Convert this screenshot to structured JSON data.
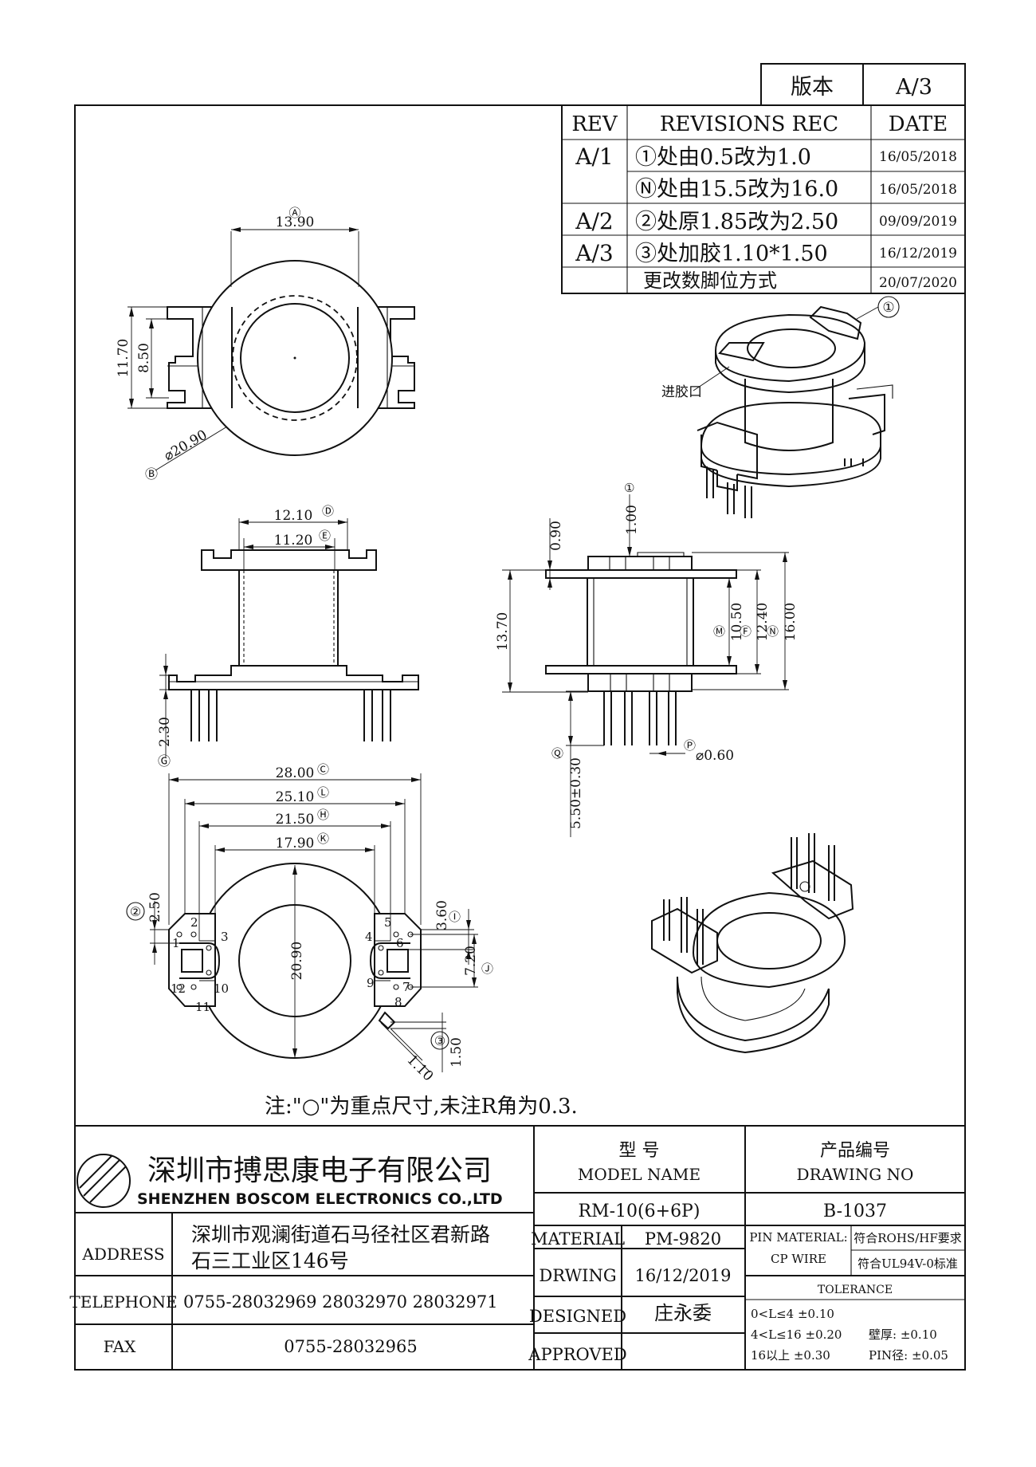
{
  "version_box": {
    "label": "版本",
    "value": "A/3"
  },
  "revisions": {
    "header": {
      "rev": "REV",
      "rec": "REVISIONS REC",
      "date": "DATE"
    },
    "rows": [
      {
        "rev": "A/1",
        "text": "①处由0.5改为1.0",
        "date": "16/05/2018"
      },
      {
        "rev": "",
        "text": "Ⓝ处由15.5改为16.0",
        "date": "16/05/2018"
      },
      {
        "rev": "A/2",
        "text": "②处原1.85改为2.50",
        "date": "09/09/2019"
      },
      {
        "rev": "A/3",
        "text": "③处加胶1.10*1.50",
        "date": "16/12/2019"
      },
      {
        "rev": "",
        "text": "更改数脚位方式",
        "date": "20/07/2020"
      }
    ]
  },
  "top_view": {
    "dim_a": "13.90",
    "tag_a": "Ⓐ",
    "dim_height_outer": "11.70",
    "dim_height_inner": "8.50",
    "dim_b": "⌀20.90",
    "tag_b": "Ⓑ"
  },
  "iso_top": {
    "callout": "①",
    "glue_label": "进胶口"
  },
  "side_view": {
    "dim_d": "12.10",
    "tag_d": "Ⓓ",
    "dim_e": "11.20",
    "tag_e": "Ⓔ",
    "dim_g": "2.30",
    "tag_g": "Ⓖ"
  },
  "front_view": {
    "dim_top_flange": "0.90",
    "dim_i": "1.00",
    "tag_i": "①",
    "dim_total": "13.70",
    "dim_m": "10.50",
    "tag_m": "Ⓜ",
    "dim_f": "12.40",
    "tag_f": "Ⓕ",
    "dim_n": "16.00",
    "tag_n": "Ⓝ",
    "dim_q": "5.50±0.30",
    "tag_q": "Ⓠ",
    "dim_p": "⌀0.60",
    "tag_p": "Ⓟ"
  },
  "bottom_view": {
    "dim_c": "28.00",
    "tag_c": "Ⓒ",
    "dim_l": "25.10",
    "tag_l": "Ⓛ",
    "dim_h": "21.50",
    "tag_h": "Ⓗ",
    "dim_k": "17.90",
    "tag_k": "Ⓚ",
    "dim_2": "2.50",
    "tag_2": "②",
    "dim_center": "20.90",
    "dim_1": "3.60",
    "tag_1": "Ⓘ",
    "dim_j": "7.20",
    "tag_j": "Ⓙ",
    "dim_3a": "1.10",
    "dim_3b": "1.50",
    "tag_3": "③",
    "pins": [
      "1",
      "2",
      "3",
      "4",
      "5",
      "6",
      "7",
      "8",
      "9",
      "10",
      "11",
      "12"
    ]
  },
  "note": "注:\"○\"为重点尺寸,未注R角为0.3.",
  "title_block": {
    "company_cn": "深圳市搏思康电子有限公司",
    "company_en": "SHENZHEN BOSCOM ELECTRONICS CO.,LTD",
    "address_label": "ADDRESS",
    "address_line1": "深圳市观澜街道石马径社区君新路",
    "address_line2": "石三工业区146号",
    "telephone_label": "TELEPHONE",
    "telephone": "0755-28032969 28032970 28032971",
    "fax_label": "FAX",
    "fax": "0755-28032965",
    "model_cn": "型    号",
    "model_label": "MODEL NAME",
    "model_value": "RM-10(6+6P)",
    "drawing_cn": "产品编号",
    "drawing_label": "DRAWING NO",
    "drawing_value": "B-1037",
    "material_label": "MATERIAL",
    "material_value": "PM-9820",
    "drwing_label": "DRWING",
    "drwing_value": "16/12/2019",
    "designed_label": "DESIGNED",
    "designed_value": "庄永委",
    "approved_label": "APPROVED",
    "pin_material_label": "PIN MATERIAL:",
    "pin_material_value": "CP WIRE",
    "rohs": "符合ROHS/HF要求",
    "ul": "符合UL94V-0标准",
    "tolerance_label": "TOLERANCE",
    "tol1": "0<L≤4  ±0.10",
    "tol2": "4<L≤16  ±0.20",
    "tol3": "16以上    ±0.30",
    "wall": "壁厚:  ±0.10",
    "pin_dia": "PIN径:  ±0.05"
  }
}
